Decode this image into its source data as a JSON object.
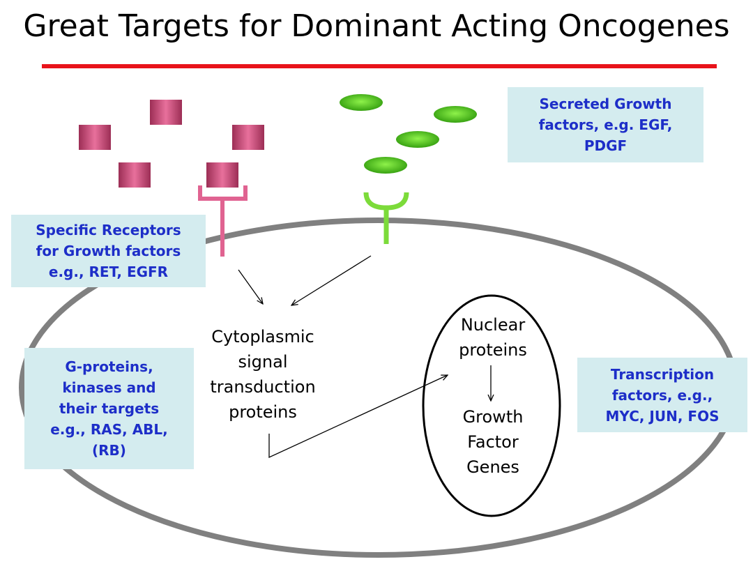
{
  "title": "Great Targets for Dominant Acting Oncogenes",
  "callouts": {
    "secreted": [
      "Secreted Growth",
      "factors, e.g. EGF,",
      "PDGF"
    ],
    "receptors": [
      "Specific Receptors",
      "for Growth factors",
      "e.g., RET, EGFR"
    ],
    "gproteins": [
      "G-proteins,",
      "kinases and",
      "their targets",
      "e.g., RAS, ABL,",
      "(RB)"
    ],
    "transcription": [
      "Transcription",
      "factors, e.g.,",
      "MYC, JUN, FOS"
    ]
  },
  "labels": {
    "cytoplasmic": [
      "Cytoplasmic",
      "signal",
      "transduction",
      "proteins"
    ],
    "nuclear": [
      "Nuclear",
      "proteins"
    ],
    "growth_genes": [
      "Growth",
      "Factor",
      "Genes"
    ]
  },
  "colors": {
    "title_rule": "#e8131b",
    "callout_bg": "#d4ecef",
    "callout_text": "#1d2ec8",
    "pink_ligand": "#c8406e",
    "pink_receptor": "#e06391",
    "green_ligand": "#52c418",
    "green_receptor": "#7cdb3a",
    "cell_membrane": "#808080"
  }
}
